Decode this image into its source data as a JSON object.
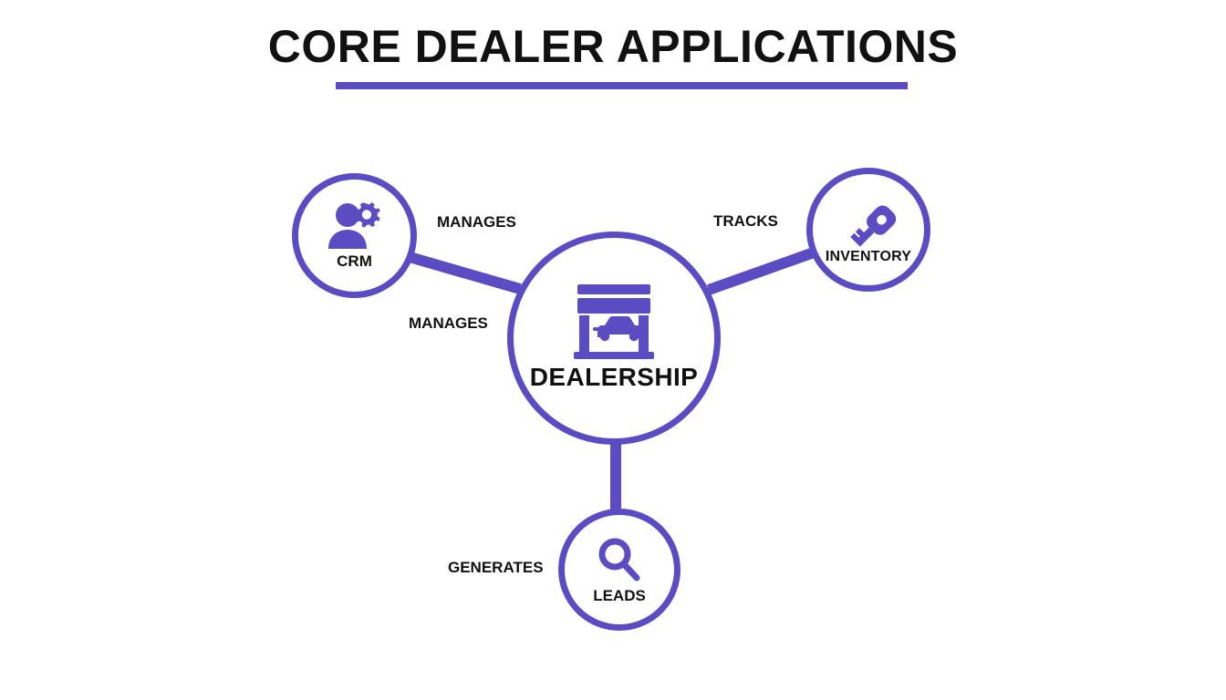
{
  "header": {
    "title": "CORE DEALER APPLICATIONS",
    "rule_color": "#5b4cc4"
  },
  "theme": {
    "accent": "#5b4cc4",
    "text": "#111111",
    "background": "#ffffff"
  },
  "diagram": {
    "type": "hub-and-spoke",
    "center": {
      "id": "dealership",
      "label": "DEALERSHIP",
      "icon": "dealership-showroom-icon"
    },
    "nodes": [
      {
        "id": "crm",
        "label": "CRM",
        "icon": "user-gear-icon"
      },
      {
        "id": "inventory",
        "label": "INVENTORY",
        "icon": "car-key-icon"
      },
      {
        "id": "leads",
        "label": "LEADS",
        "icon": "magnifying-glass-icon"
      }
    ],
    "edges": [
      {
        "id": "crm-edge",
        "from": "dealership",
        "to": "crm",
        "label": "MANAGES"
      },
      {
        "id": "inventory-edge",
        "from": "dealership",
        "to": "inventory",
        "label": "TRACKS"
      },
      {
        "id": "manages-left",
        "from": "dealership",
        "to": "crm",
        "label": "MANAGES"
      },
      {
        "id": "leads-edge",
        "from": "dealership",
        "to": "leads",
        "label": "GENERATES"
      }
    ]
  }
}
